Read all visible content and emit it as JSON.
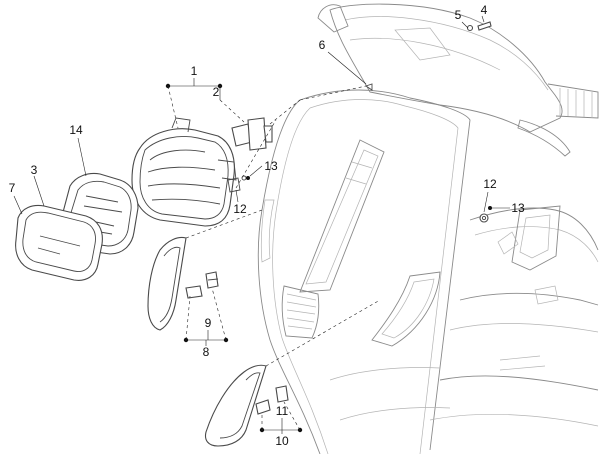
{
  "callouts": {
    "c1": "1",
    "c2": "2",
    "c3": "3",
    "c4": "4",
    "c5": "5",
    "c6": "6",
    "c7": "7",
    "c8": "8",
    "c9": "9",
    "c10": "10",
    "c11": "11",
    "c12a": "12",
    "c12b": "12",
    "c13a": "13",
    "c13b": "13",
    "c14": "14"
  }
}
